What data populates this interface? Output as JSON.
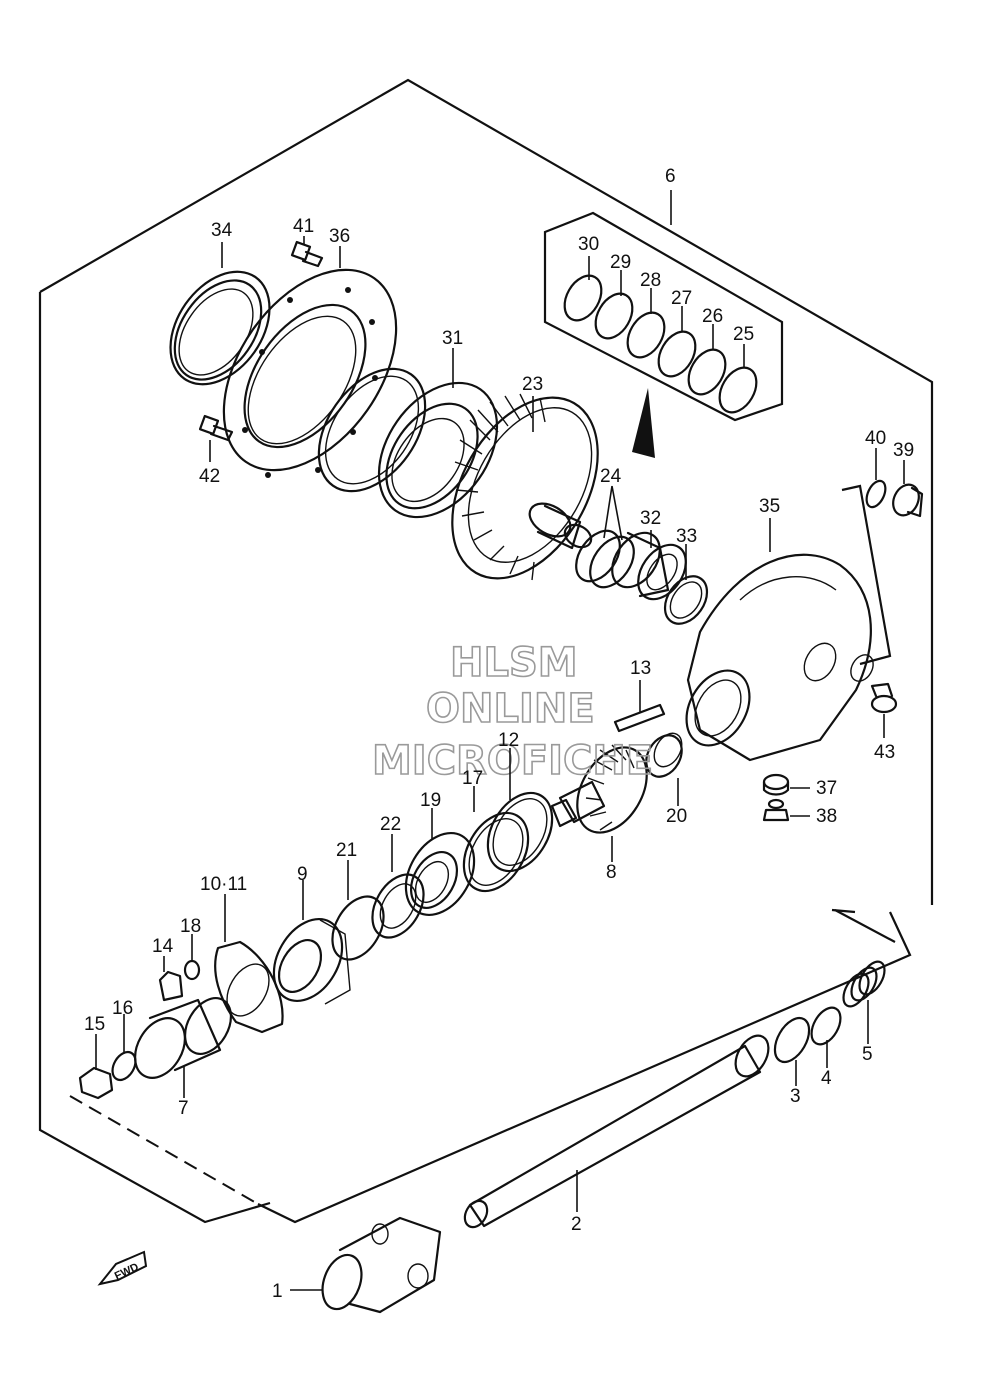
{
  "callouts": {
    "c1": "1",
    "c2": "2",
    "c3": "3",
    "c4": "4",
    "c5": "5",
    "c6": "6",
    "c7": "7",
    "c8": "8",
    "c9": "9",
    "c10_11": "10·11",
    "c12": "12",
    "c13": "13",
    "c14": "14",
    "c15": "15",
    "c16": "16",
    "c17": "17",
    "c18": "18",
    "c19": "19",
    "c20": "20",
    "c21": "21",
    "c22": "22",
    "c23": "23",
    "c24": "24",
    "c25": "25",
    "c26": "26",
    "c27": "27",
    "c28": "28",
    "c29": "29",
    "c30": "30",
    "c31": "31",
    "c32": "32",
    "c33": "33",
    "c34": "34",
    "c35": "35",
    "c36": "36",
    "c37": "37",
    "c38": "38",
    "c39": "39",
    "c40": "40",
    "c41": "41",
    "c42": "42",
    "c43": "43"
  },
  "watermark": {
    "line1": "HLSM",
    "line2": "ONLINE",
    "line3": "MICROFICHE"
  },
  "fwd_label": "FWD"
}
